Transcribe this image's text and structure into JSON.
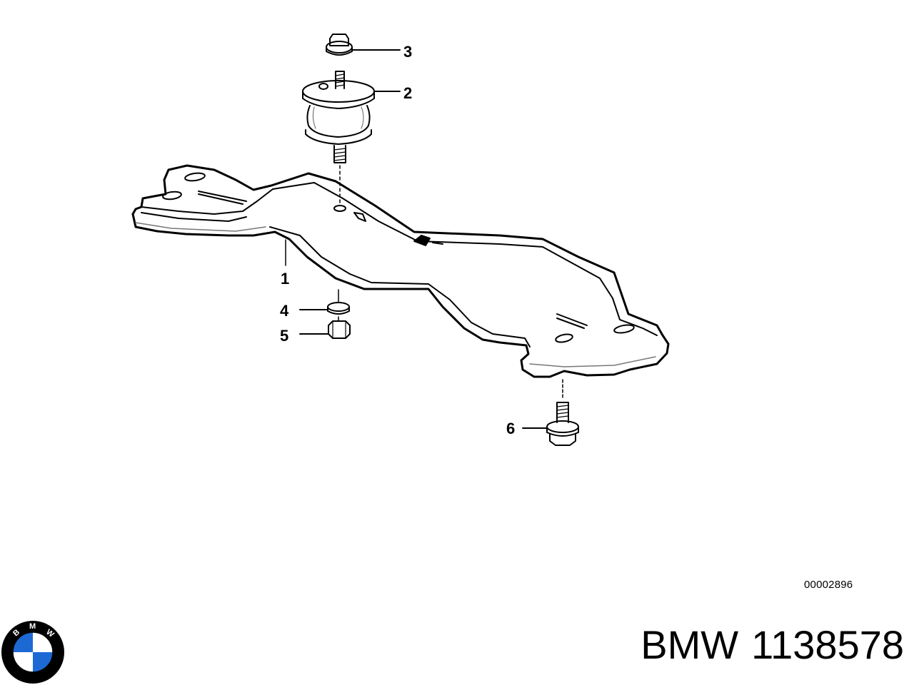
{
  "callouts": {
    "c1": "1",
    "c2": "2",
    "c3": "3",
    "c4": "4",
    "c5": "5",
    "c6": "6"
  },
  "drawing_number": "00002896",
  "part": {
    "brand": "BMW",
    "number": "1138578"
  },
  "logo": {
    "name": "bmw-roundel",
    "letters": "BMW",
    "colors": {
      "ring": "#000000",
      "blue": "#1c69d4",
      "white": "#ffffff"
    }
  },
  "colors": {
    "line": "#000000",
    "background": "#ffffff",
    "shade": "#d9d9d9"
  }
}
